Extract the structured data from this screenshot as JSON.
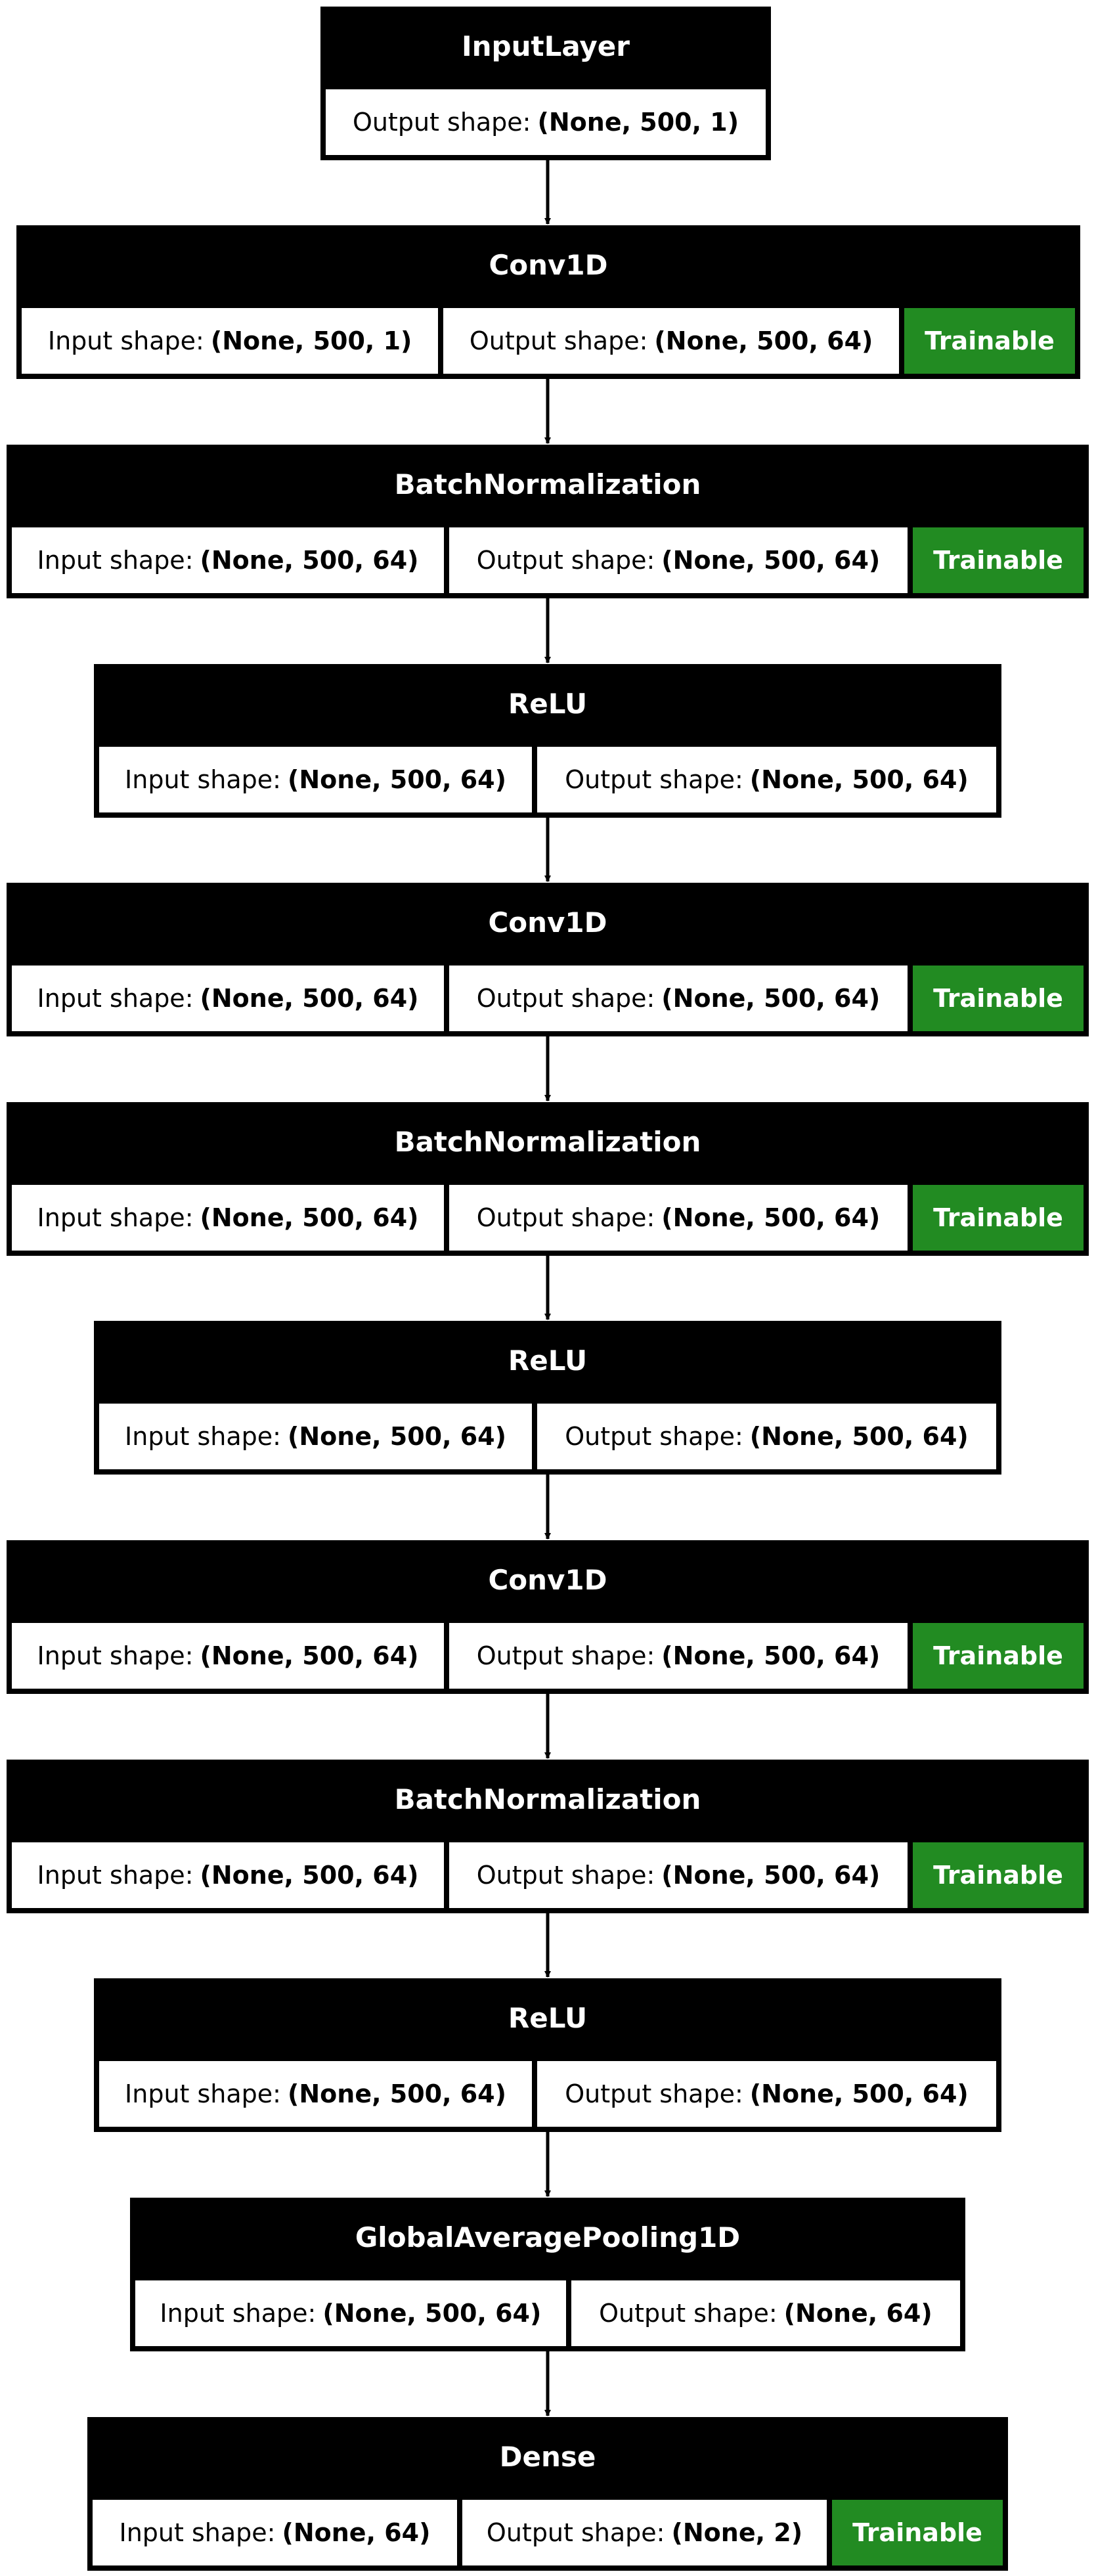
{
  "labels": {
    "input_shape": "Input shape:",
    "output_shape": "Output shape:",
    "trainable": "Trainable"
  },
  "layers": [
    {
      "name": "InputLayer",
      "input": null,
      "output": "(None, 500, 1)",
      "trainable": false
    },
    {
      "name": "Conv1D",
      "input": "(None, 500, 1)",
      "output": "(None, 500, 64)",
      "trainable": true
    },
    {
      "name": "BatchNormalization",
      "input": "(None, 500, 64)",
      "output": "(None, 500, 64)",
      "trainable": true
    },
    {
      "name": "ReLU",
      "input": "(None, 500, 64)",
      "output": "(None, 500, 64)",
      "trainable": false
    },
    {
      "name": "Conv1D",
      "input": "(None, 500, 64)",
      "output": "(None, 500, 64)",
      "trainable": true
    },
    {
      "name": "BatchNormalization",
      "input": "(None, 500, 64)",
      "output": "(None, 500, 64)",
      "trainable": true
    },
    {
      "name": "ReLU",
      "input": "(None, 500, 64)",
      "output": "(None, 500, 64)",
      "trainable": false
    },
    {
      "name": "Conv1D",
      "input": "(None, 500, 64)",
      "output": "(None, 500, 64)",
      "trainable": true
    },
    {
      "name": "BatchNormalization",
      "input": "(None, 500, 64)",
      "output": "(None, 500, 64)",
      "trainable": true
    },
    {
      "name": "ReLU",
      "input": "(None, 500, 64)",
      "output": "(None, 500, 64)",
      "trainable": false
    },
    {
      "name": "GlobalAveragePooling1D",
      "input": "(None, 500, 64)",
      "output": "(None, 64)",
      "trainable": false
    },
    {
      "name": "Dense",
      "input": "(None, 64)",
      "output": "(None, 2)",
      "trainable": true
    }
  ]
}
